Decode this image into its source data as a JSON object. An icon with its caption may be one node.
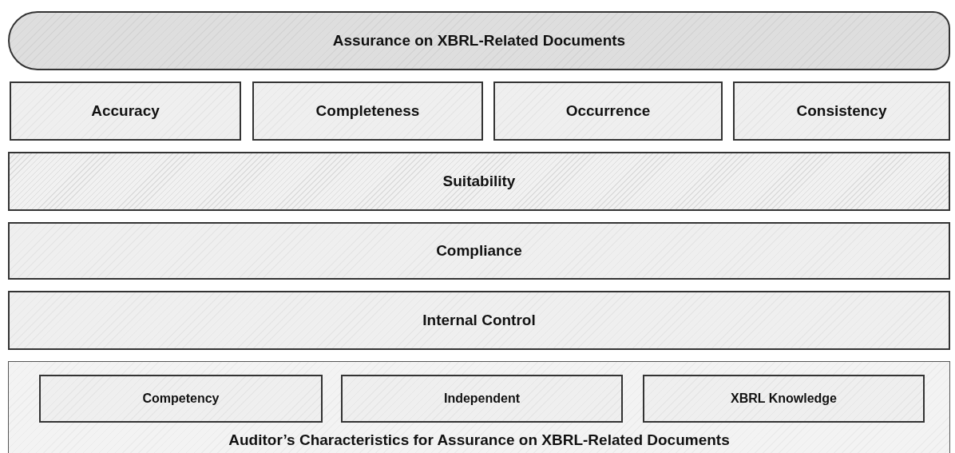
{
  "diagram": {
    "nodes": [
      {
        "text": [
          "Assurance on XBRL-Related Documents"
        ]
      },
      {
        "text": [
          "Accuracy"
        ]
      },
      {
        "text": [
          "Completeness"
        ]
      },
      {
        "text": [
          "Occurrence"
        ]
      },
      {
        "text": [
          "Consistency"
        ]
      },
      {
        "text": [
          "Suitability"
        ]
      },
      {
        "text": [
          "Compliance"
        ]
      },
      {
        "text": [
          "Internal Control"
        ]
      },
      {
        "text": [
          "Auditor’s Characteristics for Assurance on XBRL-Related Documents"
        ]
      },
      {
        "text": [
          "Competency"
        ],
        "in": 8
      },
      {
        "text": [
          "Independent"
        ],
        "in": 8
      },
      {
        "text": [
          "XBRL Knowledge"
        ],
        "in": 8
      }
    ]
  }
}
